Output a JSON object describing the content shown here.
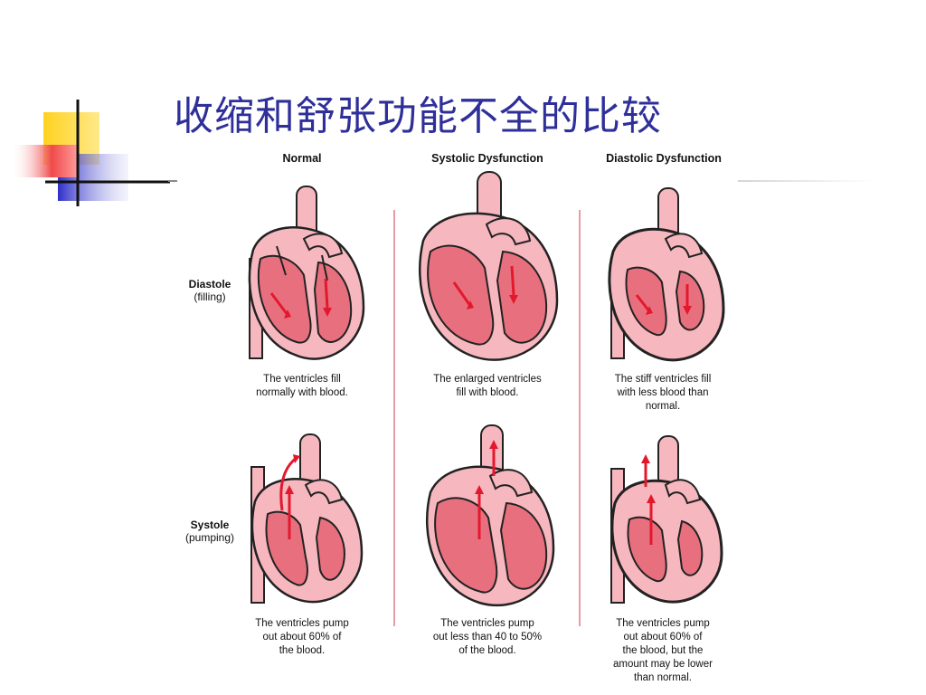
{
  "slide": {
    "title": "收缩和舒张功能不全的比较"
  },
  "figure": {
    "columns": [
      "Normal",
      "Systolic Dysfunction",
      "Diastolic Dysfunction"
    ],
    "rows": [
      {
        "label": "Diastole",
        "sublabel": "(filling)"
      },
      {
        "label": "Systole",
        "sublabel": "(pumping)"
      }
    ],
    "captions": {
      "diastole": [
        [
          "The ventricles fill",
          "normally with blood."
        ],
        [
          "The enlarged ventricles",
          "fill with blood."
        ],
        [
          "The stiff ventricles fill",
          "with less blood than",
          "normal."
        ]
      ],
      "systole": [
        [
          "The ventricles pump",
          "out about 60% of",
          "the blood."
        ],
        [
          "The ventricles pump",
          "out less than 40 to 50%",
          "of the blood."
        ],
        [
          "The ventricles pump",
          "out about 60% of",
          "the blood, but the",
          "amount may be lower",
          "than normal."
        ]
      ]
    }
  },
  "colors": {
    "title": "#2f2f9a",
    "heart_light": "#f7b7bf",
    "heart_chamber": "#e8707e",
    "arrow": "#e3182d",
    "divider": "#e89aa6",
    "deco_yellow": "#ffd21f",
    "deco_blue": "#2f2fc8",
    "deco_red": "#f04a4a"
  }
}
